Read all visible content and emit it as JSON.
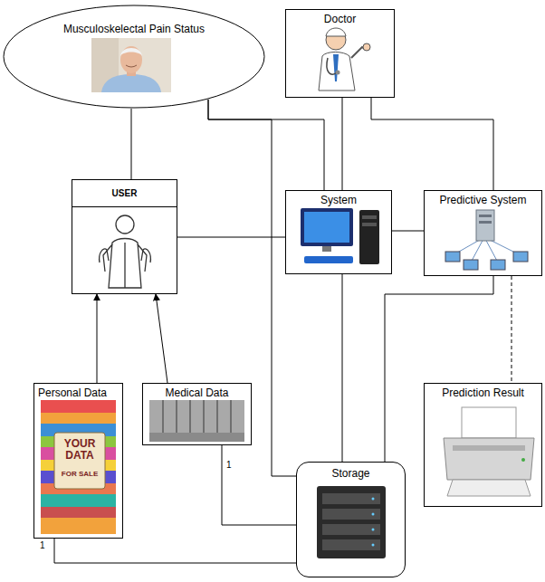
{
  "diagram": {
    "nodes": [
      {
        "text": [
          "Musculoskelectal Pain Status"
        ]
      },
      {
        "text": [
          "USER"
        ]
      },
      {
        "text": [
          "Doctor"
        ]
      },
      {
        "text": [
          "System"
        ]
      },
      {
        "text": [
          "Predictive System"
        ]
      },
      {
        "text": [
          "Personal Data"
        ]
      },
      {
        "text": [
          "Medical Data"
        ]
      },
      {
        "text": [
          "Storage"
        ]
      },
      {
        "text": [
          "Prediction Result"
        ]
      }
    ],
    "edges": [
      {
        "from": 0,
        "to": 1,
        "arrow": "none"
      },
      {
        "from": 0,
        "to": 3,
        "arrow": "none"
      },
      {
        "from": 0,
        "to": 7,
        "arrow": "none"
      },
      {
        "from": 2,
        "to": 3,
        "arrow": "none"
      },
      {
        "from": 2,
        "to": 4,
        "arrow": "none"
      },
      {
        "from": 1,
        "to": 3,
        "arrow": "none"
      },
      {
        "from": 3,
        "to": 4,
        "arrow": "none"
      },
      {
        "from": 3,
        "to": 7,
        "arrow": "none"
      },
      {
        "from": 4,
        "to": 7,
        "arrow": "none"
      },
      {
        "from": 4,
        "to": 8,
        "arrow": "none"
      },
      {
        "from": 5,
        "to": 1,
        "arrow": "to"
      },
      {
        "from": 6,
        "to": 1,
        "arrow": "to"
      },
      {
        "from": 6,
        "to": 7,
        "arrow": "none"
      },
      {
        "from": 5,
        "to": 7,
        "arrow": "none"
      }
    ],
    "labels": [
      "1",
      "1",
      "YOUR DATA",
      "FOR SALE"
    ]
  }
}
